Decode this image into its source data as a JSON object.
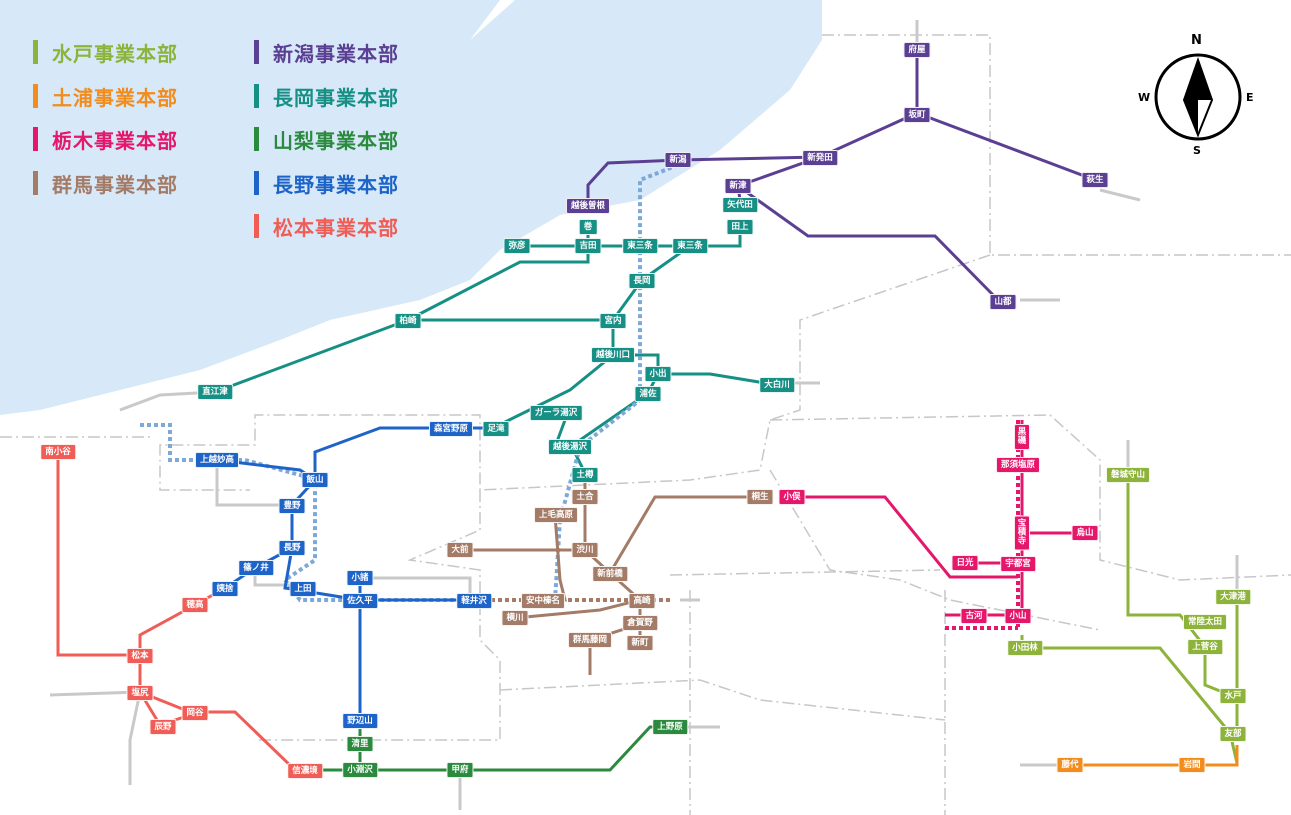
{
  "legend": {
    "left": [
      {
        "label": "水戸事業本部",
        "color": "#8db33a"
      },
      {
        "label": "土浦事業本部",
        "color": "#f28c1c"
      },
      {
        "label": "栃木事業本部",
        "color": "#e5176b"
      },
      {
        "label": "群馬事業本部",
        "color": "#a37b67"
      }
    ],
    "right": [
      {
        "label": "新潟事業本部",
        "color": "#5b3f92"
      },
      {
        "label": "長岡事業本部",
        "color": "#168f85"
      },
      {
        "label": "山梨事業本部",
        "color": "#2b8a3e"
      },
      {
        "label": "長野事業本部",
        "color": "#1d63c8"
      },
      {
        "label": "松本事業本部",
        "color": "#ef5d56"
      }
    ]
  },
  "compass": {
    "n": "N",
    "s": "S",
    "e": "E",
    "w": "W"
  },
  "colors": {
    "niigata": "#5b3f92",
    "nagaoka": "#168f85",
    "yamanashi": "#2b8a3e",
    "nagano": "#1d63c8",
    "matsumoto": "#ef5d56",
    "mito": "#8db33a",
    "tsuchiura": "#f28c1c",
    "tochigi": "#e5176b",
    "gunma": "#a37b67",
    "sea": "#d7e9f8"
  },
  "stations": {
    "fuya": "府屋",
    "sakamachi": "坂町",
    "hagyu": "萩生",
    "niigata": "新潟",
    "shibata": "新発田",
    "niitsu": "新津",
    "yashiroda": "矢代田",
    "tagami": "田上",
    "yamato": "山都",
    "echigosone": "越後曽根",
    "maki": "巻",
    "yahiko": "弥彦",
    "yoshida": "吉田",
    "higashisanjo": "東三条",
    "nagaoka": "長岡",
    "kashiwazaki": "柏崎",
    "miyauchi": "宮内",
    "echigokawaguchi": "越後川口",
    "koide": "小出",
    "urasa": "浦佐",
    "oshirakawa": "大白川",
    "naoetsu": "直江津",
    "galayuzawa": "ガーラ湯沢",
    "echigoyuzawa": "越後湯沢",
    "morimiyanohara": "森宮野原",
    "toyono_ashi": "足滝",
    "jouetsumyoko": "上越妙高",
    "iiyama": "飯山",
    "toyono": "豊野",
    "nagano": "長野",
    "shinonoi": "篠ノ井",
    "obasute": "姨捨",
    "ueda": "上田",
    "komoro": "小諸",
    "sakudaira": "佐久平",
    "karuizawa": "軽井沢",
    "nobeyama": "野辺山",
    "kiyosato": "清里",
    "kobuchizawa": "小淵沢",
    "kofu": "甲府",
    "uenohara": "上野原",
    "minamiotari": "南小谷",
    "hotaka": "穂高",
    "matsumoto": "松本",
    "shiojiri": "塩尻",
    "tatsuno": "辰野",
    "okaya": "岡谷",
    "shinanosakai": "信濃境",
    "doai": "土樽",
    "tsuchiai": "土合",
    "kamimokogen": "上毛高原",
    "omae": "大前",
    "shibukawa": "渋川",
    "shinmaebashi": "新前橋",
    "kiryu": "桐生",
    "annakaharuna": "安中榛名",
    "takasaki": "高崎",
    "yokokawa": "横川",
    "kuragano": "倉賀野",
    "gunmafujioka": "群馬藤岡",
    "shinmachi": "新町",
    "oyama_t": "小俣",
    "nikko": "日光",
    "utsunomiya": "宇都宮",
    "karasuyama": "烏山",
    "hokkaido": "黒磯",
    "nasushiobara": "那須塩原",
    "hoshakuji": "宝積寺",
    "koga": "古河",
    "oyama": "小山",
    "oyamarin": "小田林",
    "iwakimoriyama": "磐城守山",
    "hitachiota": "常陸太田",
    "kamisugaya": "上菅谷",
    "mito": "水戸",
    "tomobe": "友部",
    "otsuko": "大津港",
    "fujishiro": "藤代",
    "iwama": "岩間"
  }
}
